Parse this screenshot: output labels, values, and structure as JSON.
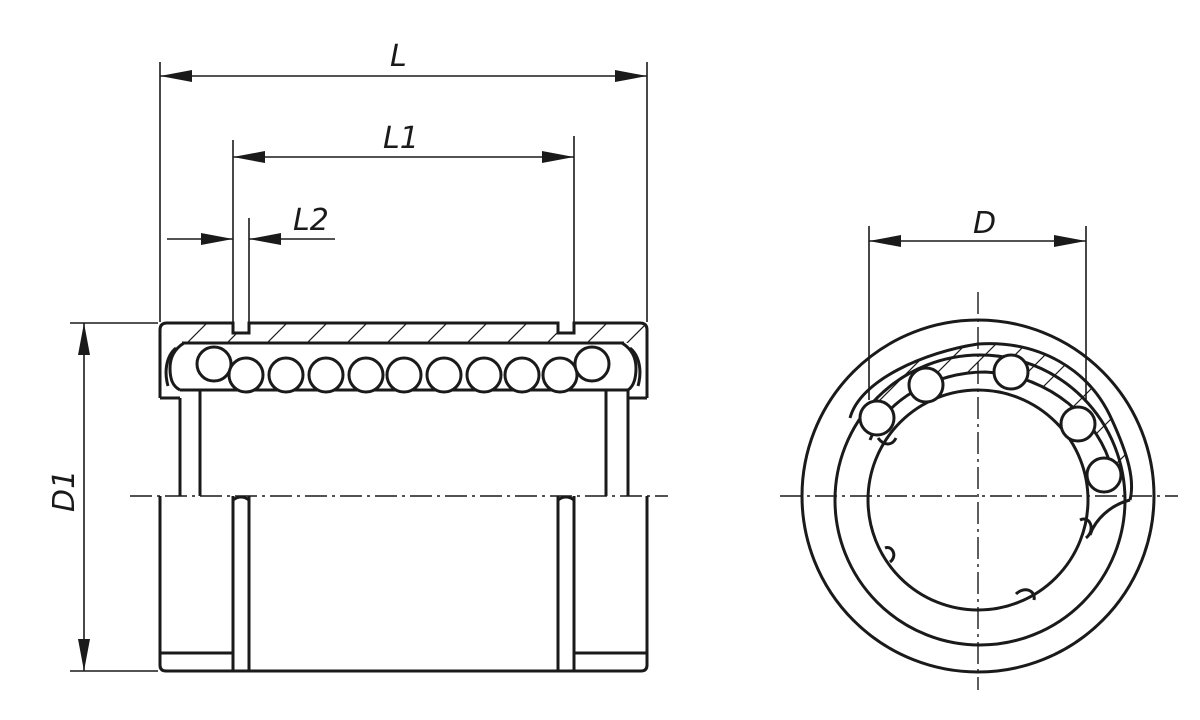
{
  "dimensions": {
    "overall_length": "L",
    "groove_distance": "L1",
    "groove_width": "L2",
    "outer_diameter": "D1",
    "bore_diameter": "D"
  }
}
